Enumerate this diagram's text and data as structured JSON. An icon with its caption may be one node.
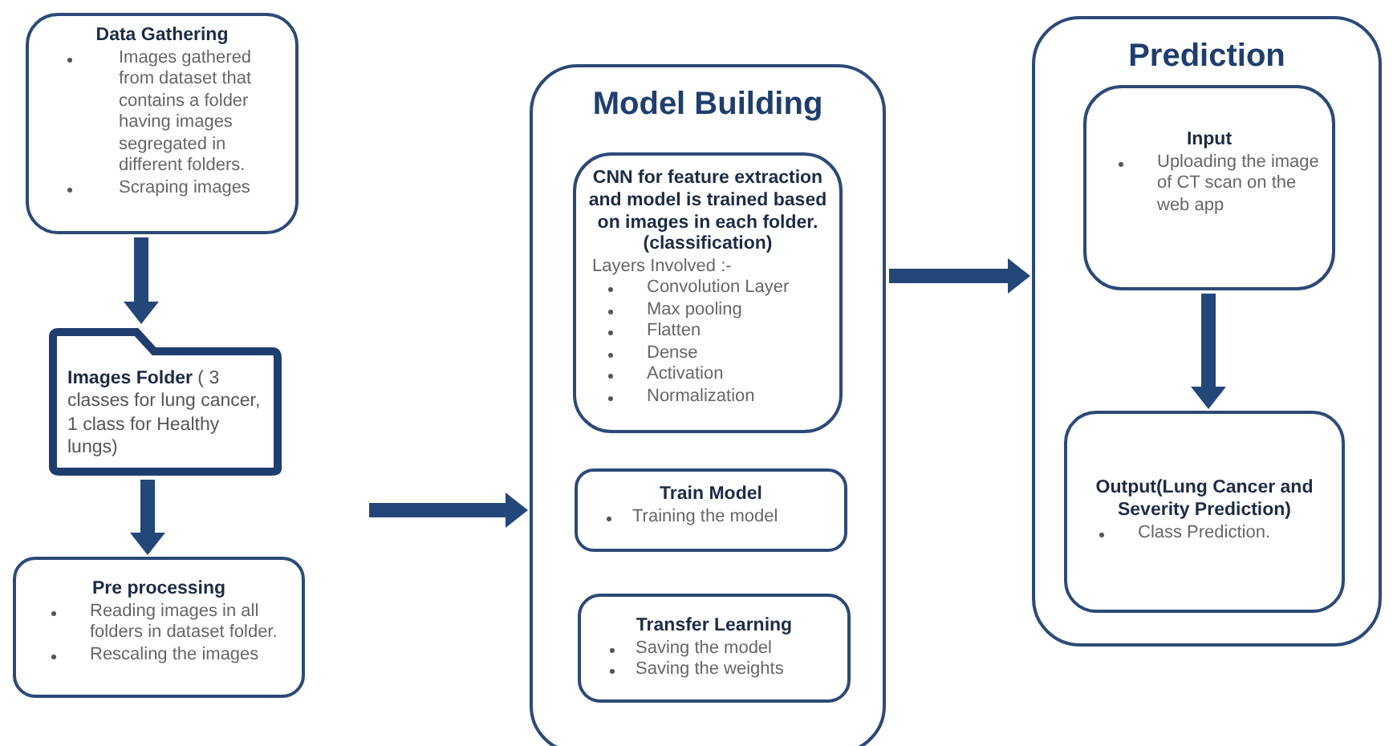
{
  "diagram": {
    "nodes": [
      {
        "text": [
          "Data Gathering",
          "Images gathered from dataset that contains a folder having images segregated in different folders.",
          "Scraping images"
        ]
      },
      {
        "text": [
          "**Images Folder** ( 3 classes for lung cancer, 1 class for Healthy lungs)"
        ]
      },
      {
        "text": [
          "Pre processing",
          "Reading images in all folders in dataset folder.",
          "Rescaling the images"
        ]
      },
      {
        "text": [
          "Model Building"
        ]
      },
      {
        "text": [
          "CNN for feature extraction and model is trained based on images in each folder.(classification)",
          "Layers Involved :-",
          "Convolution Layer",
          "Max pooling",
          "Flatten",
          "Dense",
          "Activation",
          "Normalization"
        ],
        "in": 3
      },
      {
        "text": [
          "Train Model",
          "Training the model"
        ],
        "in": 3
      },
      {
        "text": [
          "Transfer Learning",
          "Saving the model",
          "Saving the weights"
        ],
        "in": 3
      },
      {
        "text": [
          "Prediction"
        ]
      },
      {
        "text": [
          "Input",
          "Uploading the image of CT scan on the web app"
        ],
        "in": 7
      },
      {
        "text": [
          "Output(Lung Cancer and Severity Prediction)",
          "Class Prediction."
        ],
        "in": 7
      }
    ],
    "edges": [
      {
        "from": 0,
        "to": 1,
        "arrow": "to"
      },
      {
        "from": 1,
        "to": 2,
        "arrow": "to"
      },
      {
        "from": null,
        "to": 3,
        "arrow": "to"
      },
      {
        "from": 3,
        "to": 7,
        "arrow": "to"
      },
      {
        "from": 8,
        "to": 9,
        "arrow": "to"
      }
    ]
  }
}
